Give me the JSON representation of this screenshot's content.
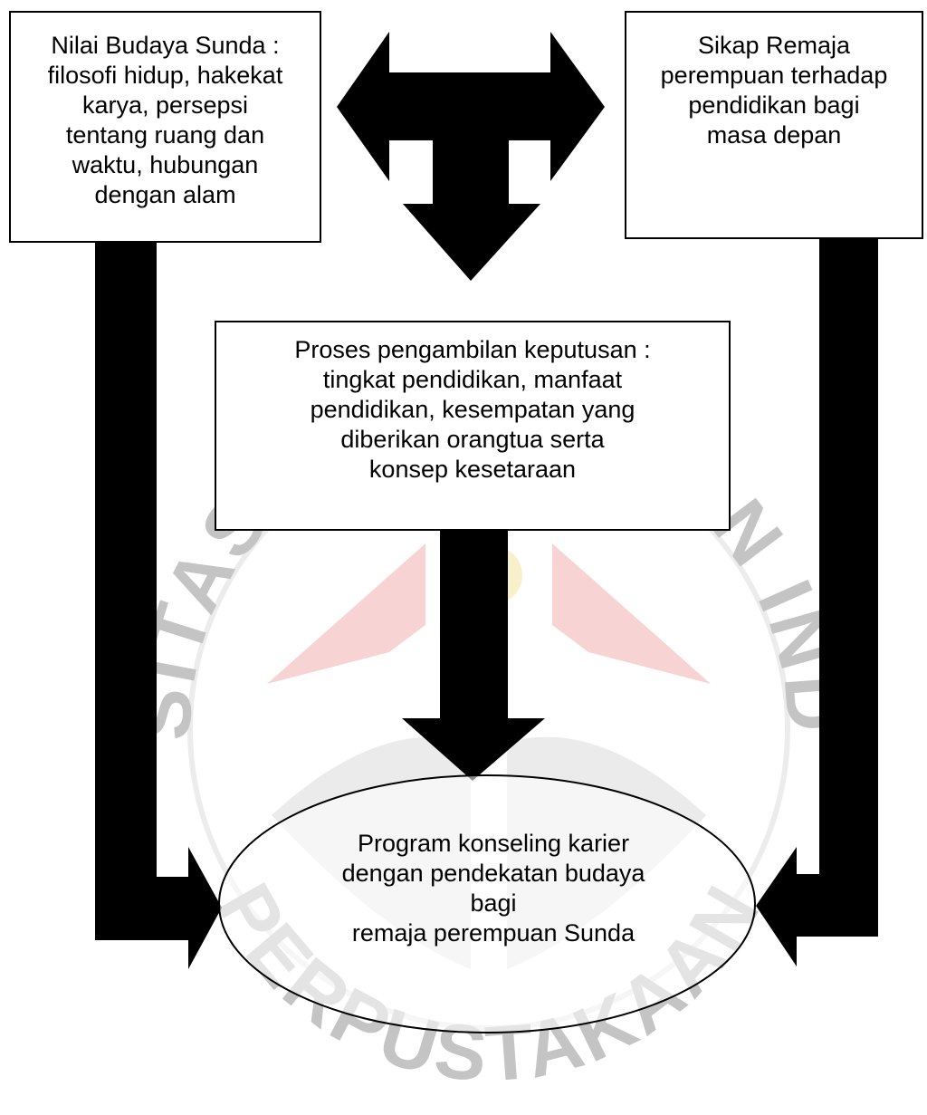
{
  "boxes": {
    "nilai_budaya": "Nilai Budaya Sunda :\nfilosofi hidup, hakekat\nkarya, persepsi\ntentang ruang dan\nwaktu, hubungan\ndengan alam",
    "sikap_remaja": "Sikap Remaja\nperempuan terhadap\npendidikan bagi\nmasa depan",
    "proses": "Proses pengambilan keputusan :\ntingkat pendidikan, manfaat\npendidikan, kesempatan yang\ndiberikan  orangtua serta\nkonsep kesetaraan",
    "program": "Program konseling karier\ndengan pendekatan budaya\nbagi\nremaja perempuan Sunda"
  },
  "watermark": {
    "text": "UNIVERSITAS PENDIDIKAN INDONESIA",
    "bottom_text": "PERPUSTAKAAN",
    "colors": {
      "red": "#f7d3d3",
      "gray": "#e6e6e6",
      "yellow": "#f8f0c8"
    }
  },
  "colors": {
    "arrow": "#000000",
    "border": "#000000",
    "background": "#ffffff"
  }
}
